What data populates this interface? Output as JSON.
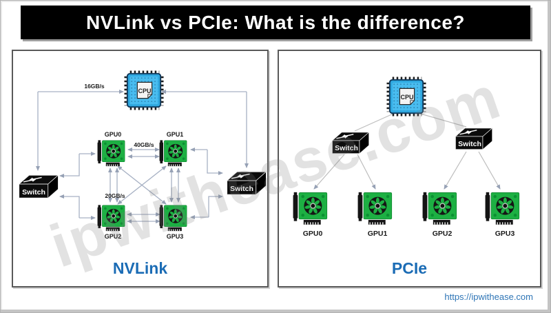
{
  "title": "NVLink vs PCIe: What is the difference?",
  "watermark": "ipwithease.com",
  "footer": {
    "url": "https://ipwithease.com"
  },
  "colors": {
    "accent_blue": "#1b6cb5",
    "url_blue": "#2e75b6",
    "gpu_green": "#1db043",
    "cpu_blue": "#2fa8e0",
    "line_gray": "#a6b0c3",
    "switch_black": "#0c0c0c"
  },
  "nvlink": {
    "caption": "NVLink",
    "cpu": "CPU",
    "switch_left": "Switch",
    "switch_right": "Switch",
    "gpu0": "GPU0",
    "gpu1": "GPU1",
    "gpu2": "GPU2",
    "gpu3": "GPU3",
    "bw_cpu": "16GB/s",
    "bw_nvlink": "40GB/s",
    "bw_nvlink2": "20GB/s"
  },
  "pcie": {
    "caption": "PCIe",
    "cpu": "CPU",
    "switch_left": "Switch",
    "switch_right": "Switch",
    "gpu0": "GPU0",
    "gpu1": "GPU1",
    "gpu2": "GPU2",
    "gpu3": "GPU3"
  }
}
